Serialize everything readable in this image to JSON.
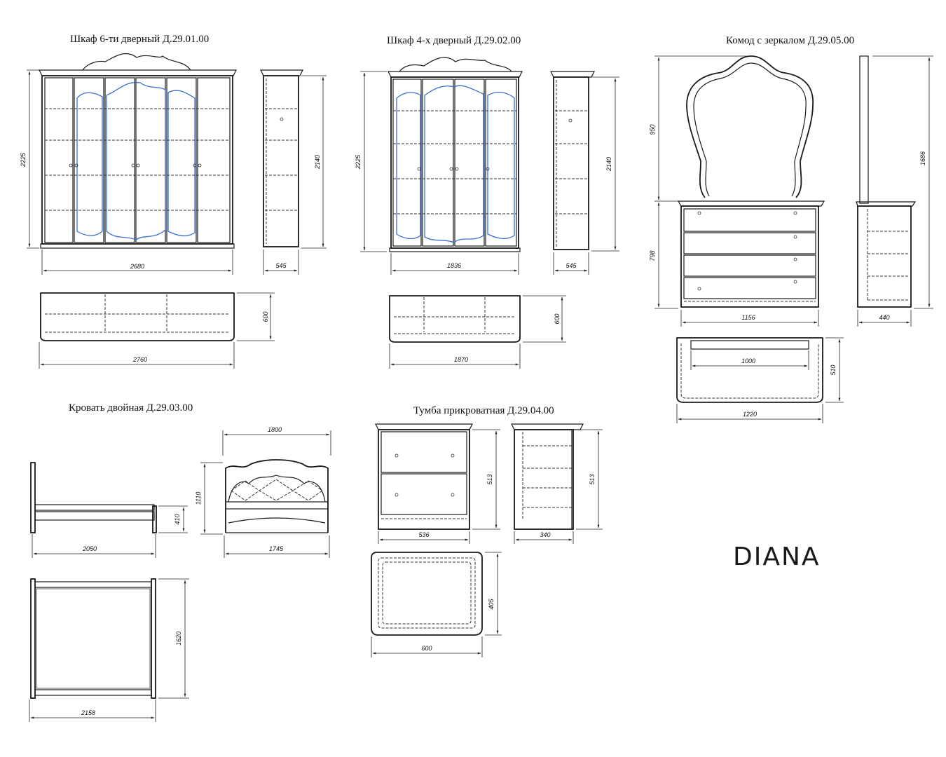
{
  "sheet": {
    "brand": "DIANA",
    "wardrobe6": {
      "title": "Шкаф 6-ти дверный  Д.29.01.00",
      "height": "2225",
      "inner_height": "2140",
      "width": "2680",
      "depth": "545",
      "plan_width": "2760",
      "plan_depth": "600"
    },
    "wardrobe4": {
      "title": "Шкаф 4-х дверный  Д.29.02.00",
      "height": "2225",
      "inner_height": "2140",
      "width": "1836",
      "depth": "545",
      "plan_width": "1870",
      "plan_depth": "600"
    },
    "dresser": {
      "title": "Комод с зеркалом   Д.29.05.00",
      "mirror_height": "950",
      "body_height": "798",
      "total_height": "1686",
      "width": "1156",
      "depth": "440",
      "plan_inner": "1000",
      "plan_depth": "510",
      "plan_width": "1220"
    },
    "bed": {
      "title": "Кровать двойная  Д.29.03.00",
      "length": "2050",
      "headboard_width": "1800",
      "headboard_height": "1110",
      "frame_height": "410",
      "front_width": "1745",
      "plan_width": "1620",
      "plan_length": "2158"
    },
    "nightstand": {
      "title": "Тумба прикроватная   Д.29.04.00",
      "height": "513",
      "side_height": "513",
      "width": "536",
      "depth": "340",
      "plan_width": "600",
      "plan_depth": "405"
    }
  }
}
